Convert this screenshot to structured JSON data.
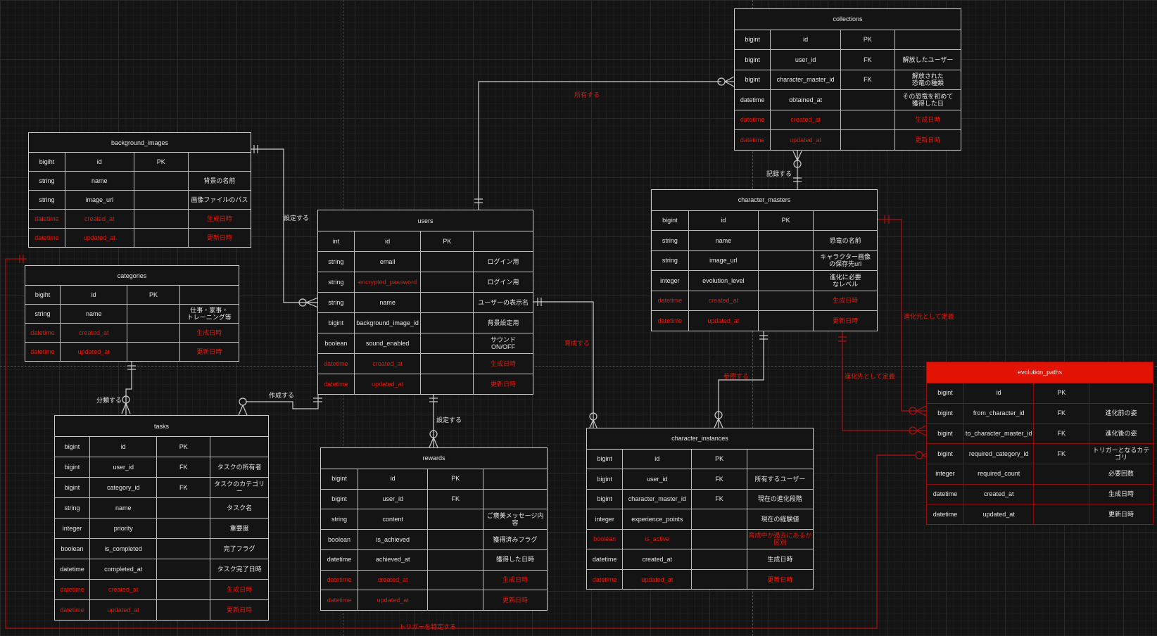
{
  "diagram": {
    "type": "ER diagram",
    "colors": {
      "background": "#141414",
      "line_white": "#cfcfcf",
      "accent_red": "#e5190d",
      "highlight_header": "#e21303"
    }
  },
  "entities": {
    "collections": {
      "title": "collections",
      "rows": [
        {
          "type": "bigint",
          "name": "id",
          "key": "PK",
          "note": ""
        },
        {
          "type": "bigint",
          "name": "user_id",
          "key": "FK",
          "note": "解放したユーザー"
        },
        {
          "type": "bigint",
          "name": "character_master_id",
          "key": "FK",
          "note": "解放された\n恐竜の種類"
        },
        {
          "type": "datetime",
          "name": "obtained_at",
          "key": "",
          "note": "その恐竜を初めて\n獲得した日"
        },
        {
          "type": "datetime",
          "name": "created_at",
          "key": "",
          "note": "生成日時",
          "red": true
        },
        {
          "type": "datetime",
          "name": "updated_at",
          "key": "",
          "note": "更新日時",
          "red": true
        }
      ]
    },
    "background_images": {
      "title": "background_images",
      "rows": [
        {
          "type": "bigiht",
          "name": "id",
          "key": "PK",
          "note": ""
        },
        {
          "type": "string",
          "name": "name",
          "key": "",
          "note": "背景の名前"
        },
        {
          "type": "string",
          "name": "image_url",
          "key": "",
          "note": "画像ファイルのパス"
        },
        {
          "type": "datetime",
          "name": "created_at",
          "key": "",
          "note": "生成日時",
          "red": true
        },
        {
          "type": "datetime",
          "name": "updated_at",
          "key": "",
          "note": "更新日時",
          "red": true
        }
      ]
    },
    "categories": {
      "title": "categories",
      "rows": [
        {
          "type": "bigiht",
          "name": "id",
          "key": "PK",
          "note": ""
        },
        {
          "type": "string",
          "name": "name",
          "key": "",
          "note": "仕事・家事・\nトレーニング等"
        },
        {
          "type": "datetime",
          "name": "created_at",
          "key": "",
          "note": "生成日時",
          "red": true
        },
        {
          "type": "datetime",
          "name": "updated_at",
          "key": "",
          "note": "更新日時",
          "red": true
        }
      ]
    },
    "users": {
      "title": "users",
      "rows": [
        {
          "type": "int",
          "name": "id",
          "key": "PK",
          "note": ""
        },
        {
          "type": "string",
          "name": "email",
          "key": "",
          "note": "ログイン用"
        },
        {
          "type": "string",
          "name": "encrypted_password",
          "key": "",
          "note": "ログイン用",
          "name_red": true
        },
        {
          "type": "string",
          "name": "name",
          "key": "",
          "note": "ユーザーの表示名"
        },
        {
          "type": "bigint",
          "name": "background_image_id",
          "key": "",
          "note": "背景設定用"
        },
        {
          "type": "boolean",
          "name": "sound_enabled",
          "key": "",
          "note": "サウンド\nON/OFF"
        },
        {
          "type": "datetime",
          "name": "created_at",
          "key": "",
          "note": "生成日時",
          "red": true
        },
        {
          "type": "datetime",
          "name": "updated_at",
          "key": "",
          "note": "更新日時",
          "red": true
        }
      ]
    },
    "character_masters": {
      "title": "character_masters",
      "rows": [
        {
          "type": "bigint",
          "name": "id",
          "key": "PK",
          "note": ""
        },
        {
          "type": "string",
          "name": "name",
          "key": "",
          "note": "恐竜の名前"
        },
        {
          "type": "string",
          "name": "image_url",
          "key": "",
          "note": "キャラクター画像\nの保存先url"
        },
        {
          "type": "integer",
          "name": "evolution_level",
          "key": "",
          "note": "進化に必要\nなレベル"
        },
        {
          "type": "datetime",
          "name": "created_at",
          "key": "",
          "note": "生成日時",
          "red": true
        },
        {
          "type": "datetime",
          "name": "updated_at",
          "key": "",
          "note": "更新日時",
          "red": true
        }
      ]
    },
    "tasks": {
      "title": "tasks",
      "rows": [
        {
          "type": "bigint",
          "name": "id",
          "key": "PK",
          "note": ""
        },
        {
          "type": "bigint",
          "name": "user_id",
          "key": "FK",
          "note": "タスクの所有者"
        },
        {
          "type": "bigint",
          "name": "category_id",
          "key": "FK",
          "note": "タスクのカテゴリー"
        },
        {
          "type": "string",
          "name": "name",
          "key": "",
          "note": "タスク名"
        },
        {
          "type": "integer",
          "name": "priority",
          "key": "",
          "note": "重要度"
        },
        {
          "type": "boolean",
          "name": "is_completed",
          "key": "",
          "note": "完了フラグ"
        },
        {
          "type": "datetime",
          "name": "completed_at",
          "key": "",
          "note": "タスク完了日時"
        },
        {
          "type": "datetime",
          "name": "created_at",
          "key": "",
          "note": "生成日時",
          "red": true
        },
        {
          "type": "datetime",
          "name": "updated_at",
          "key": "",
          "note": "更新日時",
          "red": true
        }
      ]
    },
    "rewards": {
      "title": "rewards",
      "rows": [
        {
          "type": "bigint",
          "name": "id",
          "key": "PK",
          "note": ""
        },
        {
          "type": "bigint",
          "name": "user_id",
          "key": "FK",
          "note": ""
        },
        {
          "type": "string",
          "name": "content",
          "key": "",
          "note": "ご褒美メッセージ内容"
        },
        {
          "type": "boolean",
          "name": "is_achieved",
          "key": "",
          "note": "獲得済みフラグ"
        },
        {
          "type": "datetime",
          "name": "achieved_at",
          "key": "",
          "note": "獲得した日時"
        },
        {
          "type": "datetime",
          "name": "created_at",
          "key": "",
          "note": "生成日時",
          "red": true
        },
        {
          "type": "datetime",
          "name": "updated_at",
          "key": "",
          "note": "更新日時",
          "red": true
        }
      ]
    },
    "character_instances": {
      "title": "character_instances",
      "rows": [
        {
          "type": "bigint",
          "name": "id",
          "key": "PK",
          "note": ""
        },
        {
          "type": "bigint",
          "name": "user_id",
          "key": "FK",
          "note": "所有するユーザー"
        },
        {
          "type": "bigint",
          "name": "character_master_id",
          "key": "FK",
          "note": "現在の進化段階"
        },
        {
          "type": "integer",
          "name": "experience_points",
          "key": "",
          "note": "現在の経験値"
        },
        {
          "type": "boolean",
          "name": "is_active",
          "key": "",
          "note": "育成中か過去にあるか\n区別",
          "red": true
        },
        {
          "type": "datetime",
          "name": "created_at",
          "key": "",
          "note": "生成日時"
        },
        {
          "type": "datetime",
          "name": "updated_at",
          "key": "",
          "note": "更新日時",
          "red": true
        }
      ]
    },
    "evolution_paths": {
      "title": "evolution_paths",
      "rows": [
        {
          "type": "bigint",
          "name": "id",
          "key": "PK",
          "note": ""
        },
        {
          "type": "bigint",
          "name": "from_character_id",
          "key": "FK",
          "note": "進化前の姿"
        },
        {
          "type": "bigint",
          "name": "to_character_master_id",
          "key": "FK",
          "note": "進化後の姿"
        },
        {
          "type": "bigint",
          "name": "required_category_id",
          "key": "FK",
          "note": "トリガーとなるカテゴリ"
        },
        {
          "type": "integer",
          "name": "required_count",
          "key": "",
          "note": "必要回数"
        },
        {
          "type": "datetime",
          "name": "created_at",
          "key": "",
          "note": "生成日時"
        },
        {
          "type": "datetime",
          "name": "updated_at",
          "key": "",
          "note": "更新日時"
        }
      ]
    }
  },
  "relationships": {
    "owns": "所有する",
    "records": "記録する",
    "sets_background": "設定する",
    "raises": "育成する",
    "refers": "参照する",
    "classifies": "分類する",
    "creates": "作成する",
    "sets_reward": "設定する",
    "evolution_from": "進化元として定義",
    "evolution_to": "進化先として定義",
    "trigger": "トリガーを特定する"
  }
}
